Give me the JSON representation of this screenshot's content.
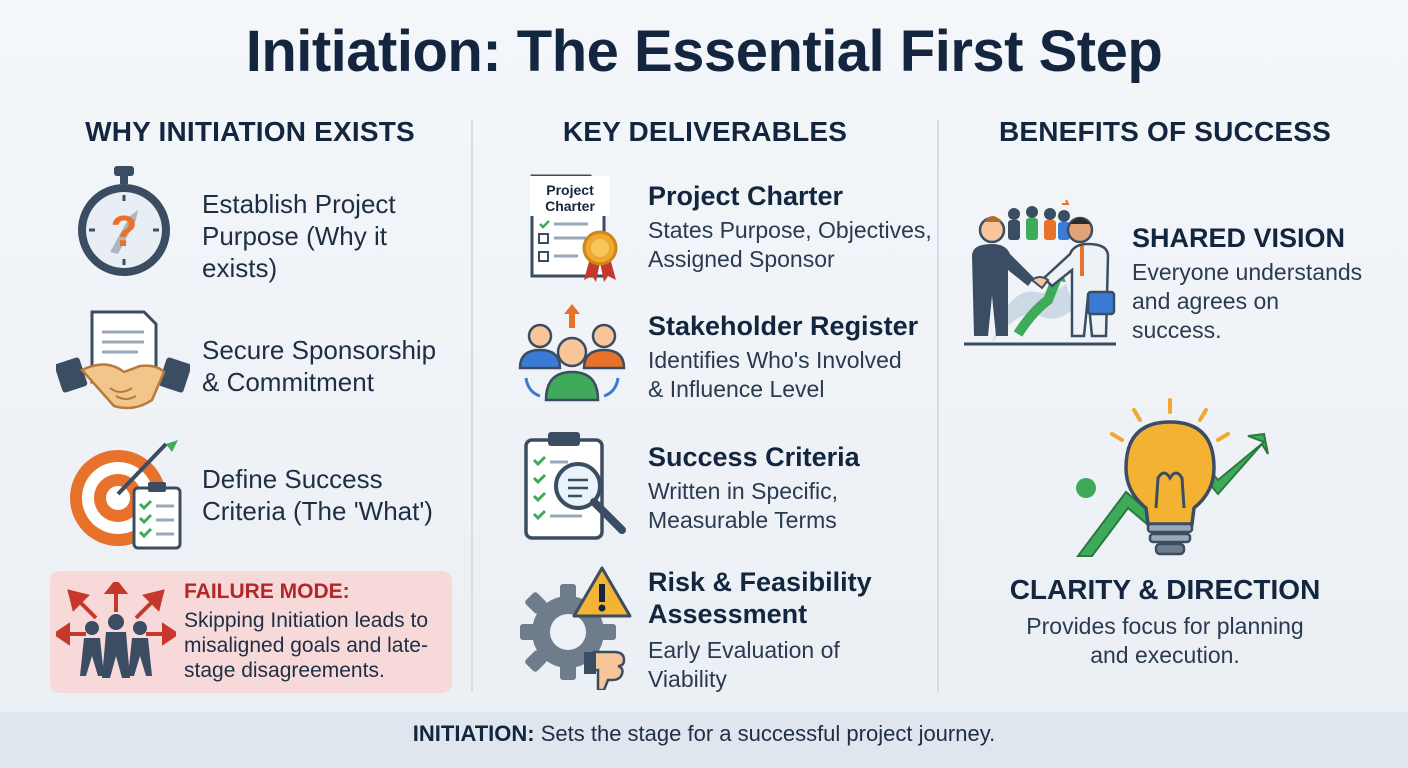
{
  "title": "Initiation: The Essential First Step",
  "columns": {
    "why": {
      "heading": "WHY INITIATION EXISTS",
      "items": [
        {
          "icon": "stopwatch-question-icon",
          "text_line1": "Establish Project",
          "text_line2": "Purpose (Why it",
          "text_line3": "exists)"
        },
        {
          "icon": "handshake-document-icon",
          "text_line1": "Secure Sponsorship",
          "text_line2": "& Commitment"
        },
        {
          "icon": "target-checklist-icon",
          "text_line1": "Define Success",
          "text_line2": "Criteria (The 'What')"
        }
      ],
      "failure": {
        "icon": "conflict-arrows-icon",
        "label": "FAILURE MODE:",
        "text": "Skipping Initiation leads to misaligned goals and late-stage disagreements."
      }
    },
    "deliverables": {
      "heading": "KEY DELIVERABLES",
      "items": [
        {
          "icon": "charter-document-icon",
          "icon_text": "Project Charter",
          "title": "Project Charter",
          "desc_line1": "States Purpose, Objectives,",
          "desc_line2": "Assigned Sponsor"
        },
        {
          "icon": "stakeholders-icon",
          "title": "Stakeholder Register",
          "desc_line1": "Identifies Who's Involved",
          "desc_line2": "& Influence Level"
        },
        {
          "icon": "clipboard-magnifier-icon",
          "title": "Success Criteria",
          "desc_line1": "Written in Specific,",
          "desc_line2": "Measurable Terms"
        },
        {
          "icon": "gear-warning-icon",
          "title_line1": "Risk & Feasibility",
          "title_line2": "Assessment",
          "desc_line1": "Early Evaluation of",
          "desc_line2": "Viability"
        }
      ]
    },
    "benefits": {
      "heading": "BENEFITS OF SUCCESS",
      "items": [
        {
          "icon": "team-handshake-icon",
          "title": "SHARED VISION",
          "desc_line1": "Everyone understands",
          "desc_line2": "and agrees on",
          "desc_line3": "success."
        },
        {
          "icon": "lightbulb-growth-icon",
          "title": "CLARITY & DIRECTION",
          "desc_line1": "Provides focus for planning",
          "desc_line2": "and execution."
        }
      ]
    }
  },
  "footer": {
    "label": "INITIATION:",
    "text": " Sets the stage for a successful project journey."
  },
  "colors": {
    "navy": "#14263f",
    "orange": "#e8722c",
    "red": "#b4262a",
    "green": "#3faa5a",
    "failure_bg": "#f8d9d9"
  }
}
